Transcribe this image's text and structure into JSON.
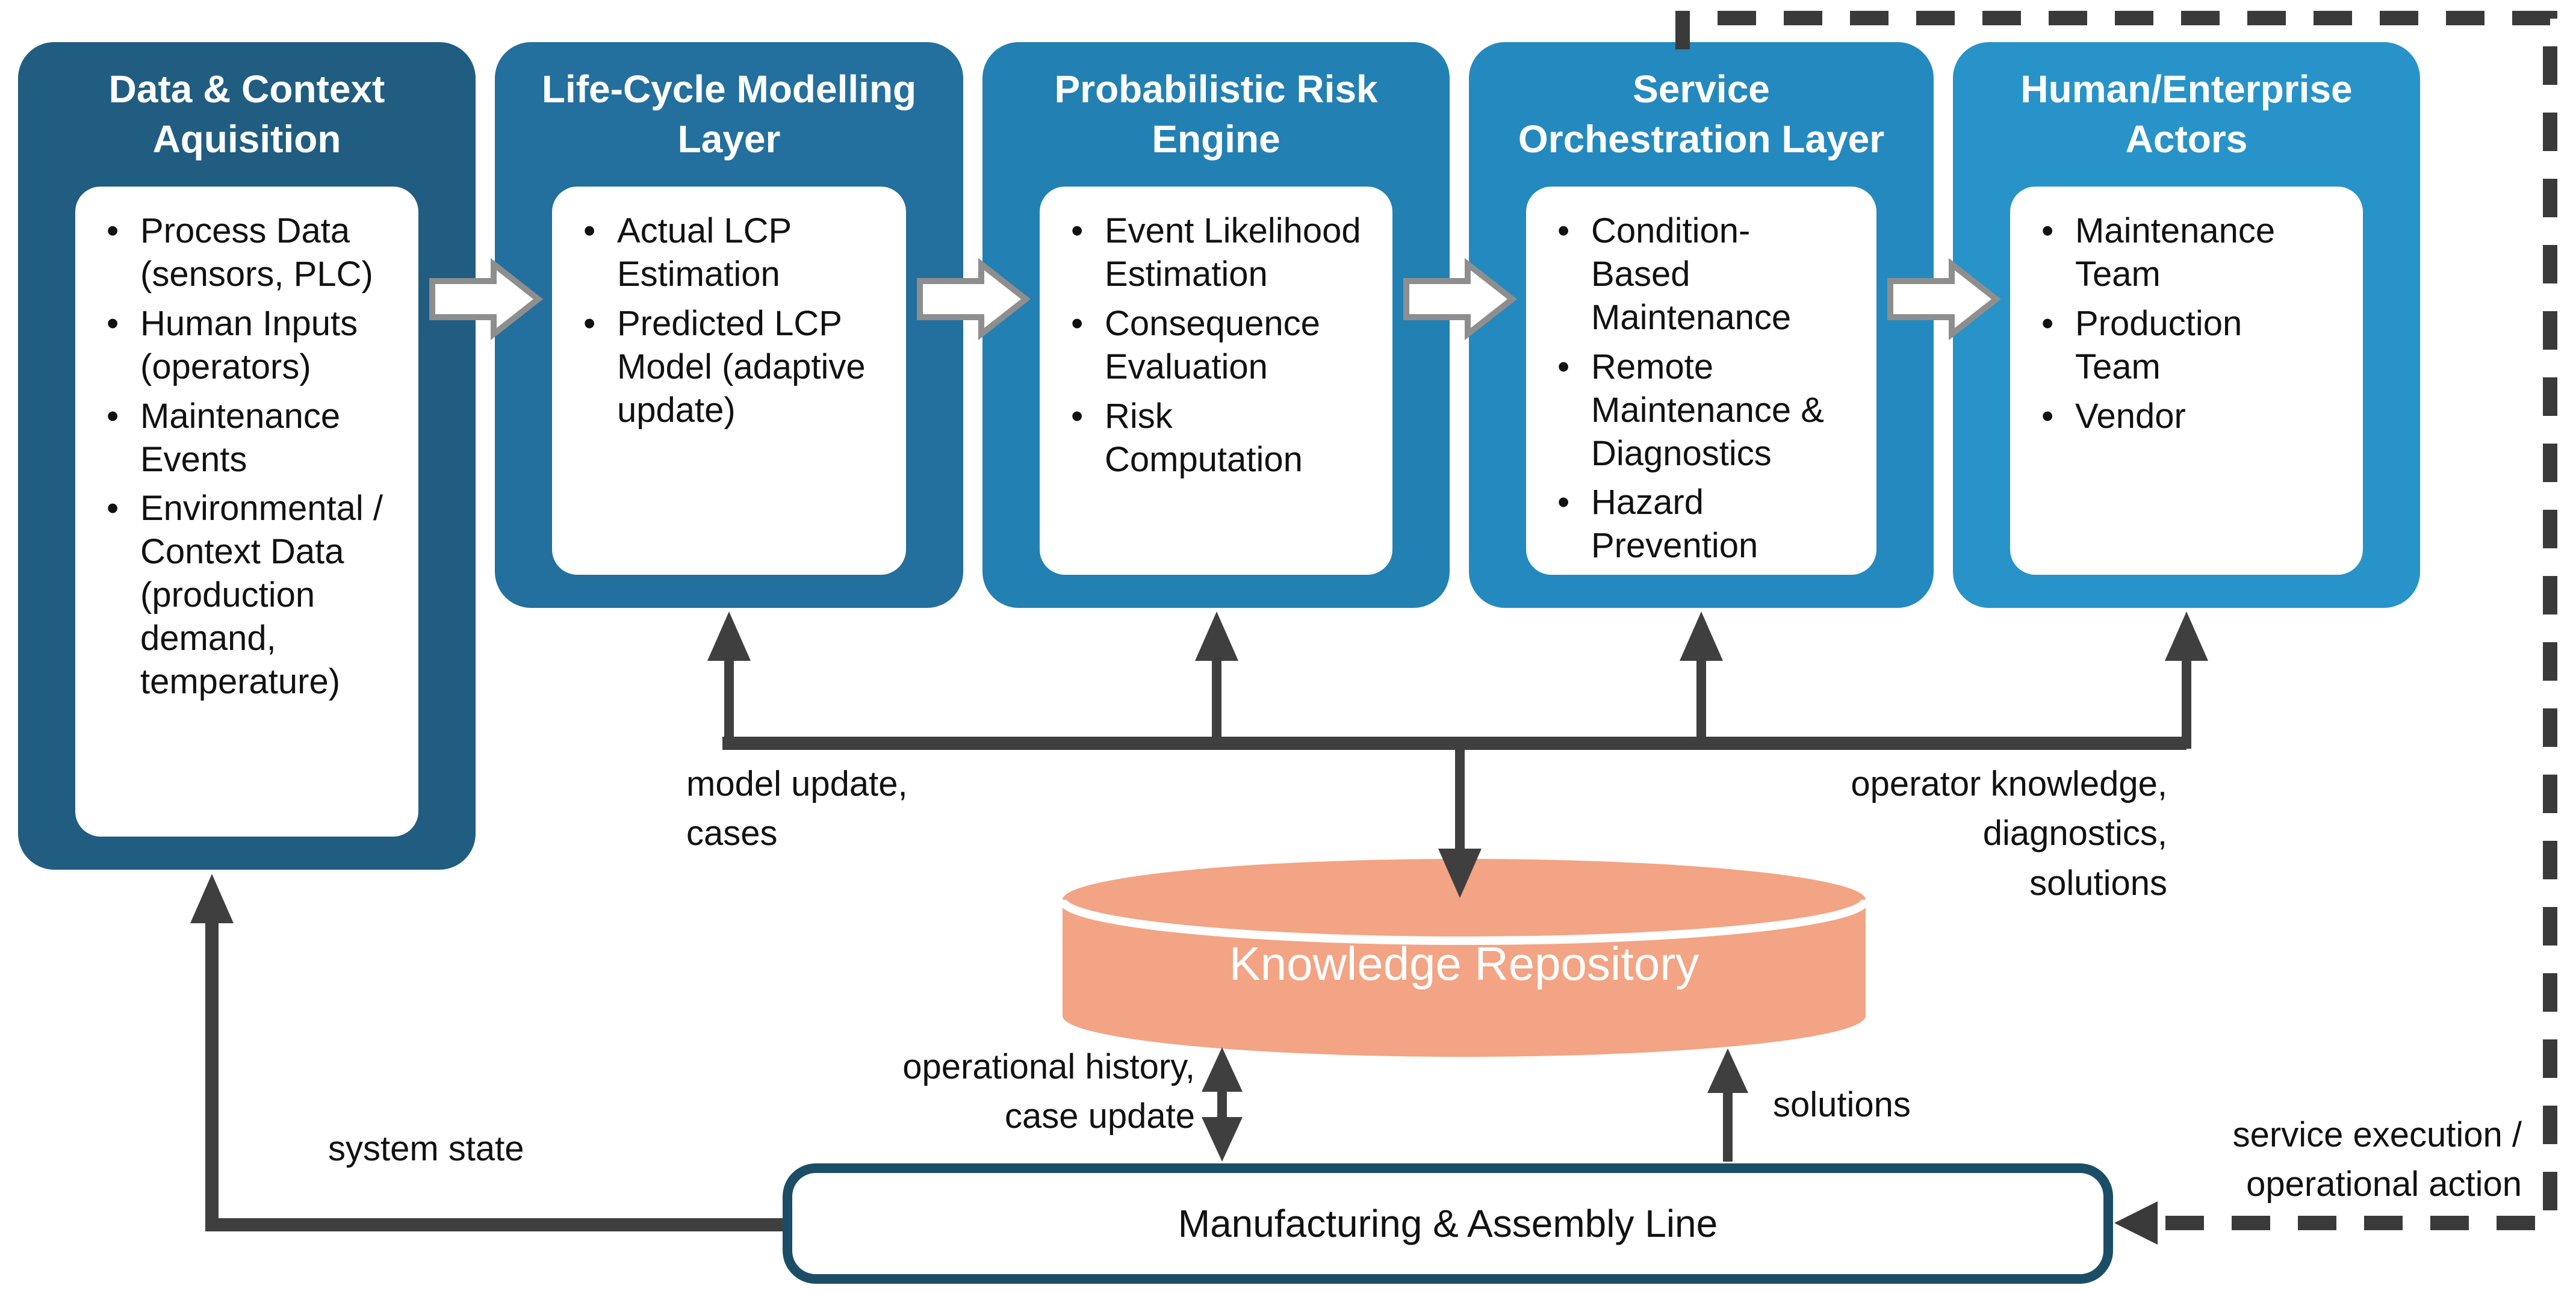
{
  "boxes": [
    {
      "title": "Data & Context\nAquisition",
      "bullets": [
        "Process Data (sensors, PLC)",
        "Human Inputs (operators)",
        "Maintenance Events",
        "Environmental / Context Data (production demand, temperature)"
      ]
    },
    {
      "title": "Life-Cycle Modelling\nLayer",
      "bullets": [
        "Actual LCP Estimation",
        "Predicted LCP Model (adaptive update)"
      ]
    },
    {
      "title": "Probabilistic Risk\nEngine",
      "bullets": [
        "Event Likelihood Estimation",
        "Consequence Evaluation",
        "Risk Computation"
      ]
    },
    {
      "title": "Service\nOrchestration Layer",
      "bullets": [
        "Condition-Based Maintenance",
        "Remote Maintenance & Diagnostics",
        "Hazard Prevention"
      ]
    },
    {
      "title": "Human/Enterprise\nActors",
      "bullets": [
        "Maintenance Team",
        "Production Team",
        "Vendor"
      ]
    }
  ],
  "repository": {
    "label": "Knowledge Repository"
  },
  "manufacturing": {
    "label": "Manufacturing & Assembly Line"
  },
  "flow_labels": {
    "model_update": "model update,\ncases",
    "operator_knowledge": "operator knowledge,\ndiagnostics,\nsolutions",
    "operational_history": "operational history,\ncase update",
    "solutions": "solutions",
    "system_state": "system state",
    "service_execution": "service execution /\noperational action"
  },
  "colors": {
    "box1": "#205D81",
    "box2": "#236F9D",
    "box3": "#2280B2",
    "box4": "#2489BE",
    "box5": "#2793C9",
    "repository-fill": "#F2A484",
    "mfg-border": "#1B4E66",
    "arrow-dark": "#3F3F3F",
    "dash": "#3A3A3A",
    "block-arrow-outline": "#8E8E8E",
    "text": "#111111"
  }
}
